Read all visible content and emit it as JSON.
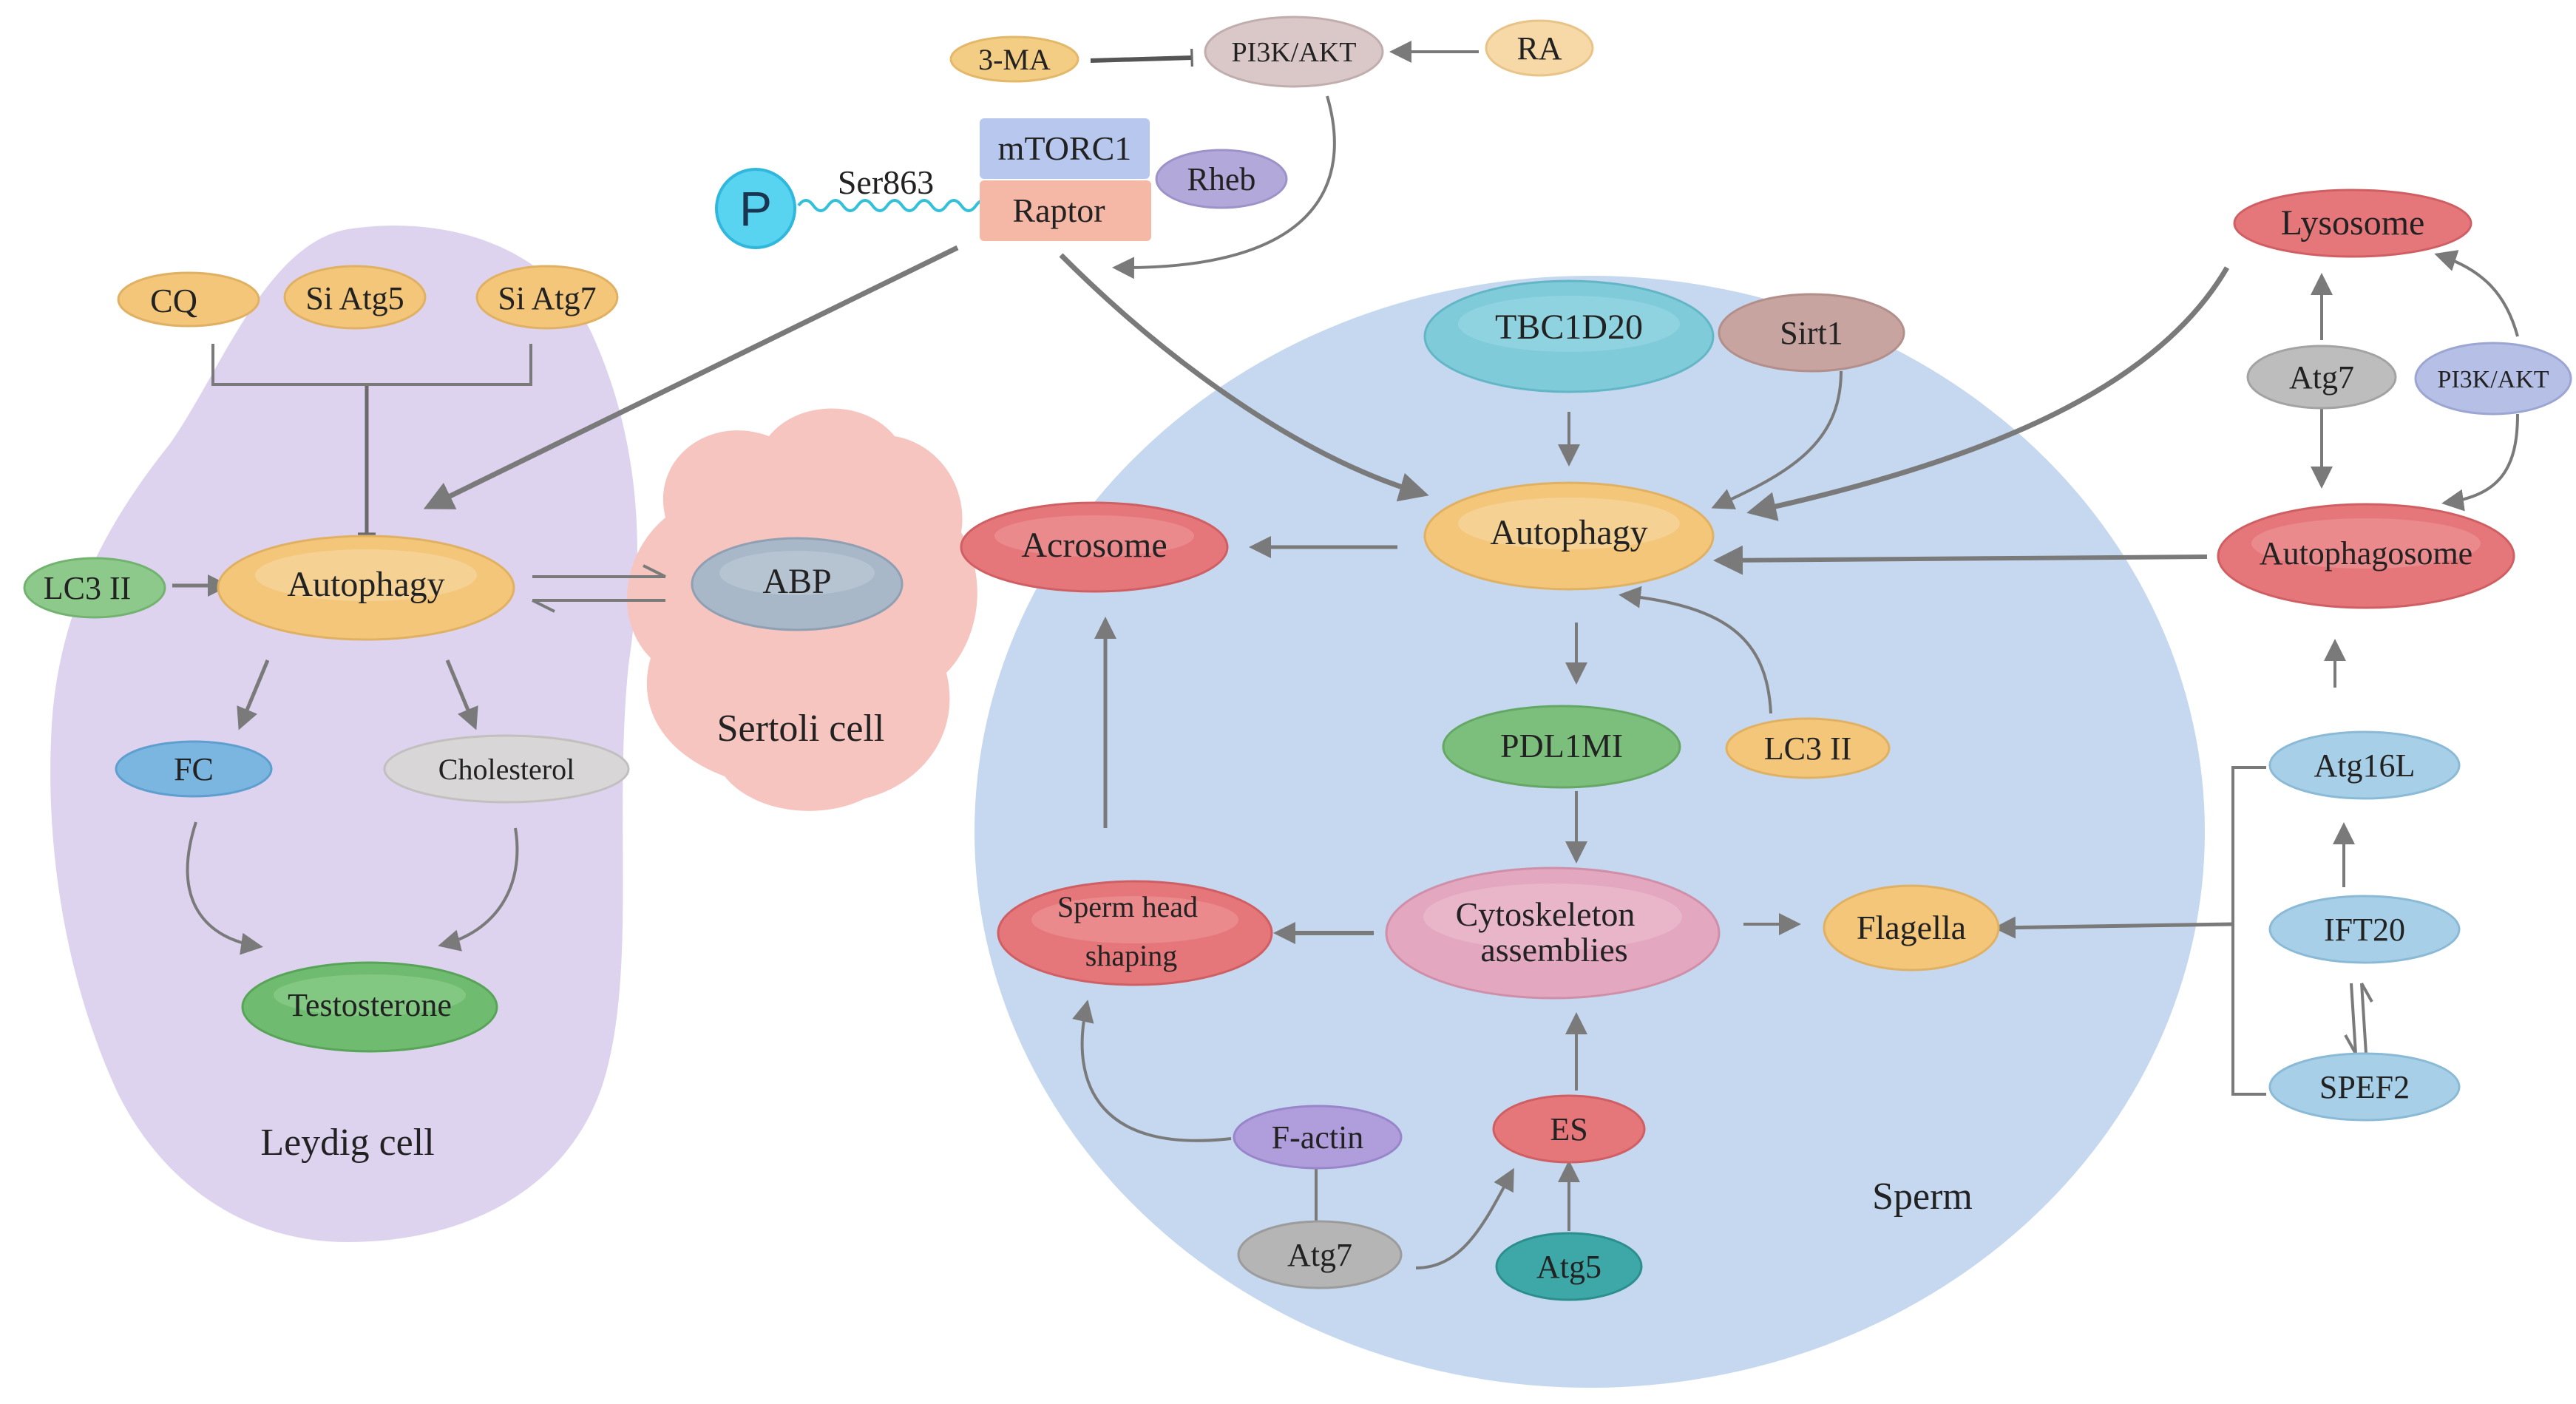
{
  "regions": {
    "leydig": "Leydig cell",
    "sertoli": "Sertoli cell",
    "sperm": "Sperm"
  },
  "top": {
    "three_ma": "3-MA",
    "pi3k_akt": "PI3K/AKT",
    "ra": "RA",
    "mtorc1": "mTORC1",
    "raptor": "Raptor",
    "rheb": "Rheb",
    "ser863": "Ser863",
    "p": "P"
  },
  "leydig": {
    "cq": "CQ",
    "si_atg5": "Si Atg5",
    "si_atg7": "Si Atg7",
    "lc3": "LC3 II",
    "autophagy": "Autophagy",
    "fc": "FC",
    "cholesterol": "Cholesterol",
    "testosterone": "Testosterone"
  },
  "sertoli": {
    "abp": "ABP"
  },
  "sperm": {
    "tbc1d20": "TBC1D20",
    "sirt1": "Sirt1",
    "autophagy": "Autophagy",
    "acrosome": "Acrosome",
    "pdl1mi": "PDL1MI",
    "lc3": "LC3 II",
    "cyto_line1": "Cytoskeleton",
    "cyto_line2": "assemblies",
    "head_line1": "Sperm head",
    "head_line2": "shaping",
    "flagella": "Flagella",
    "factin": "F-actin",
    "es": "ES",
    "atg7": "Atg7",
    "atg5": "Atg5"
  },
  "right": {
    "lysosome": "Lysosome",
    "atg7": "Atg7",
    "pi3k_akt": "PI3K/AKT",
    "autophagosome": "Autophagosome",
    "atg16l": "Atg16L",
    "ift20": "IFT20",
    "spef2": "SPEF2"
  },
  "colors": {
    "leydig_fill": "#ddd3ef",
    "sertoli_fill": "#f6c5c0",
    "sperm_fill": "#c5d8ef",
    "arrow": "#7a7a7a"
  }
}
